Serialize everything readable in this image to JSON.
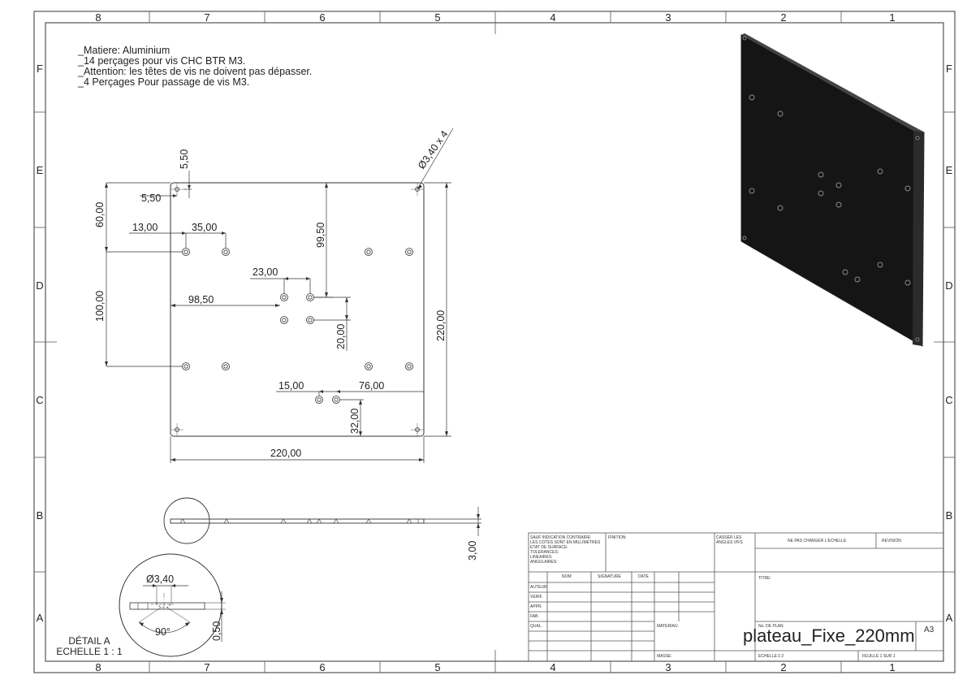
{
  "sheet": {
    "col_labels": [
      "8",
      "7",
      "6",
      "5",
      "4",
      "3",
      "2",
      "1"
    ],
    "row_labels": [
      "F",
      "E",
      "D",
      "C",
      "B",
      "A"
    ]
  },
  "notes": [
    "_Matiere: Aluminium",
    "_14 perçages pour vis CHC BTR M3.",
    "_Attention: les têtes de vis ne doivent pas dépasser.",
    "_4 Perçages Pour passage de vis M3."
  ],
  "dimensions": {
    "d_5_50_v": "5,50",
    "d_5_50_h": "5,50",
    "d_60": "60,00",
    "d_13": "13,00",
    "d_35": "35,00",
    "d_99_50": "99,50",
    "d_23": "23,00",
    "d_98_50": "98,50",
    "d_100": "100,00",
    "d_20": "20,00",
    "d_220_h": "220,00",
    "d_220_v": "220,00",
    "d_15": "15,00",
    "d_76": "76,00",
    "d_32": "32,00",
    "d_holes": "Ø3,40 x 4",
    "d_thickness": "3,00",
    "d_detail_dia": "Ø3,40",
    "d_angle": "90°",
    "d_detail_depth": "0,50"
  },
  "detail": {
    "title": "DÉTAIL A",
    "scale": "ECHELLE 1 : 1"
  },
  "title_block": {
    "general_note": [
      "SAUF INDICATION CONTRAIRE:",
      "LES COTES SONT EN MILLIMETRES",
      "ETAT DE SURFACE:",
      "TOLERANCES:",
      "   LINEAIRES:",
      "   ANGULAIRES:"
    ],
    "finition": "FINITION:",
    "casser": [
      "CASSER LES",
      "ANGLES VIFS"
    ],
    "ne_pas_changer": "NE PAS CHANGER L'ECHELLE",
    "revision": "REVISION",
    "col_nom": "NOM",
    "col_signature": "SIGNATURE",
    "col_date": "DATE",
    "roles": [
      "AUTEUR",
      "VERIF.",
      "APPR.",
      "FAB.",
      "QUAL."
    ],
    "titre": "TITRE:",
    "materiau": "MATERIAU:",
    "no_plan": "No. DE PLAN",
    "drawing_name": "plateau_Fixe_220mm",
    "format": "A3",
    "masse": "MASSE:",
    "echelle": "ECHELLE:1:2",
    "feuille": "FEUILLE 1 SUR 1"
  }
}
